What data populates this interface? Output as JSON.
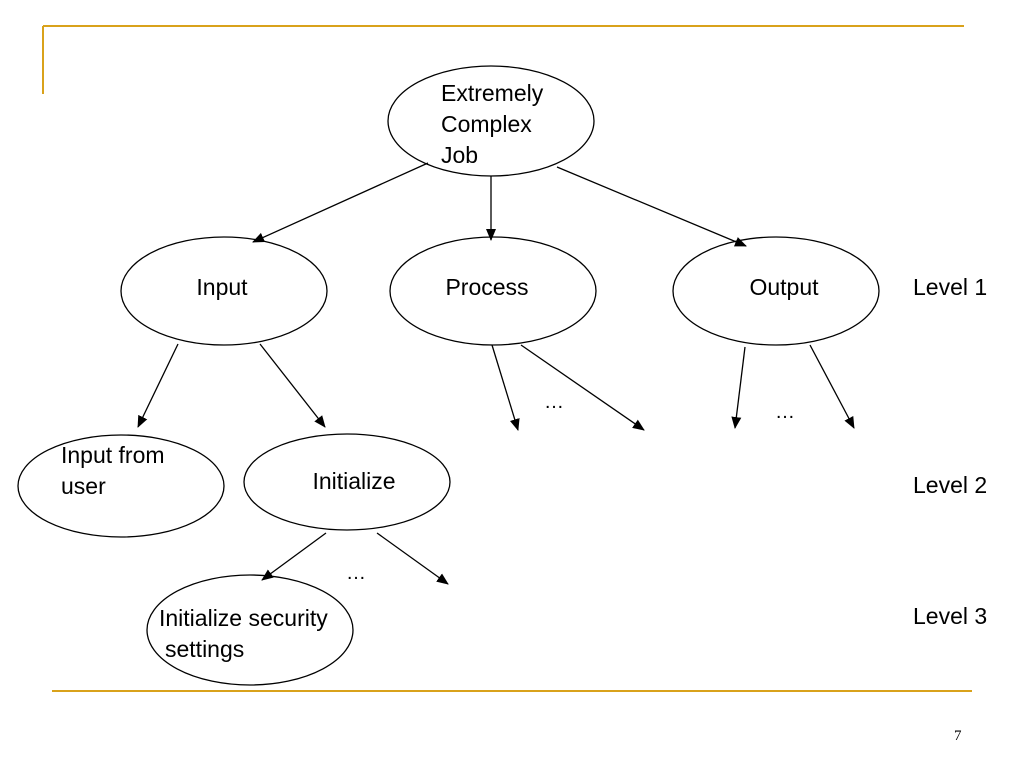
{
  "colors": {
    "accent": "#d9a21b",
    "stroke": "#000000",
    "fill": "#ffffff"
  },
  "nodes": {
    "root": [
      "Extremely",
      "Complex",
      "Job"
    ],
    "input": "Input",
    "process": "Process",
    "output": "Output",
    "input_from_user": [
      "Input from",
      "user"
    ],
    "initialize": "Initialize",
    "initialize_security": [
      "Initialize security",
      "settings"
    ]
  },
  "levels": [
    "Level 1",
    "Level 2",
    "Level 3"
  ],
  "ellipsis": "…",
  "page_number": "7"
}
